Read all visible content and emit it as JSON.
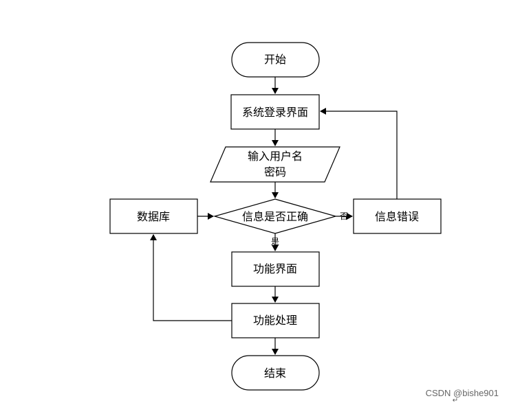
{
  "nodes": {
    "start": "开始",
    "login": "系统登录界面",
    "input_line1": "输入用户名",
    "input_line2": "密码",
    "check": "信息是否正确",
    "database": "数据库",
    "error": "信息错误",
    "function_ui": "功能界面",
    "function_proc": "功能处理",
    "end": "结束"
  },
  "edges": {
    "yes_label": "是",
    "no_label": "否"
  },
  "watermark": "CSDN @bishe901",
  "return_mark": "↵",
  "colors": {
    "stroke": "#000000",
    "fill": "#ffffff"
  }
}
